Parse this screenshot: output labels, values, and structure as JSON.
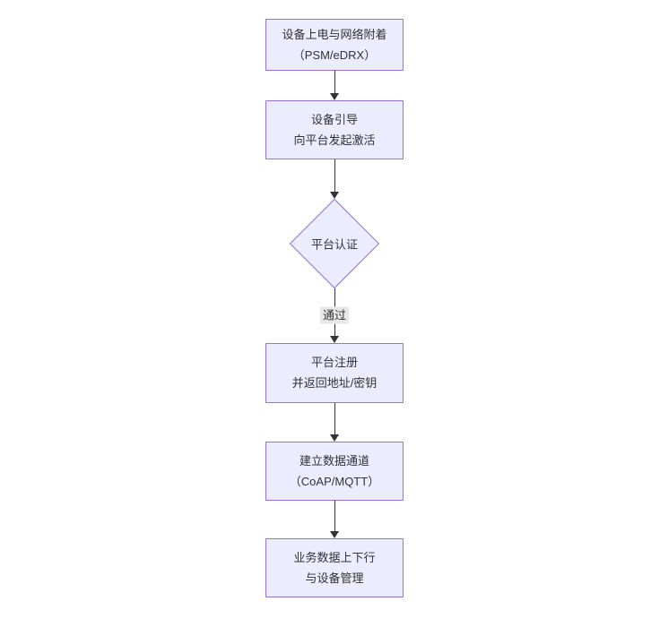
{
  "diagram": {
    "type": "flowchart",
    "direction": "top-down",
    "colors": {
      "node_fill": "#ECECFF",
      "node_border": "#9370DB",
      "arrow": "#333333",
      "edge_label_bg": "#e8e8e8",
      "text": "#333333",
      "background": "#ffffff"
    },
    "nodes": [
      {
        "id": "power-attach",
        "shape": "rect",
        "lines": [
          "设备上电与网络附着",
          "（PSM/eDRX）"
        ]
      },
      {
        "id": "bootstrap",
        "shape": "rect",
        "lines": [
          "设备引导",
          "向平台发起激活"
        ]
      },
      {
        "id": "platform-auth",
        "shape": "diamond",
        "lines": [
          "平台认证"
        ]
      },
      {
        "id": "platform-register",
        "shape": "rect",
        "lines": [
          "平台注册",
          "并返回地址/密钥"
        ]
      },
      {
        "id": "data-channel",
        "shape": "rect",
        "lines": [
          "建立数据通道",
          "（CoAP/MQTT）"
        ]
      },
      {
        "id": "business-mgmt",
        "shape": "rect",
        "lines": [
          "业务数据上下行",
          "与设备管理"
        ]
      }
    ],
    "edges": [
      {
        "from": "power-attach",
        "to": "bootstrap",
        "label": ""
      },
      {
        "from": "bootstrap",
        "to": "platform-auth",
        "label": ""
      },
      {
        "from": "platform-auth",
        "to": "platform-register",
        "label": "通过"
      },
      {
        "from": "platform-register",
        "to": "data-channel",
        "label": ""
      },
      {
        "from": "data-channel",
        "to": "business-mgmt",
        "label": ""
      }
    ]
  }
}
